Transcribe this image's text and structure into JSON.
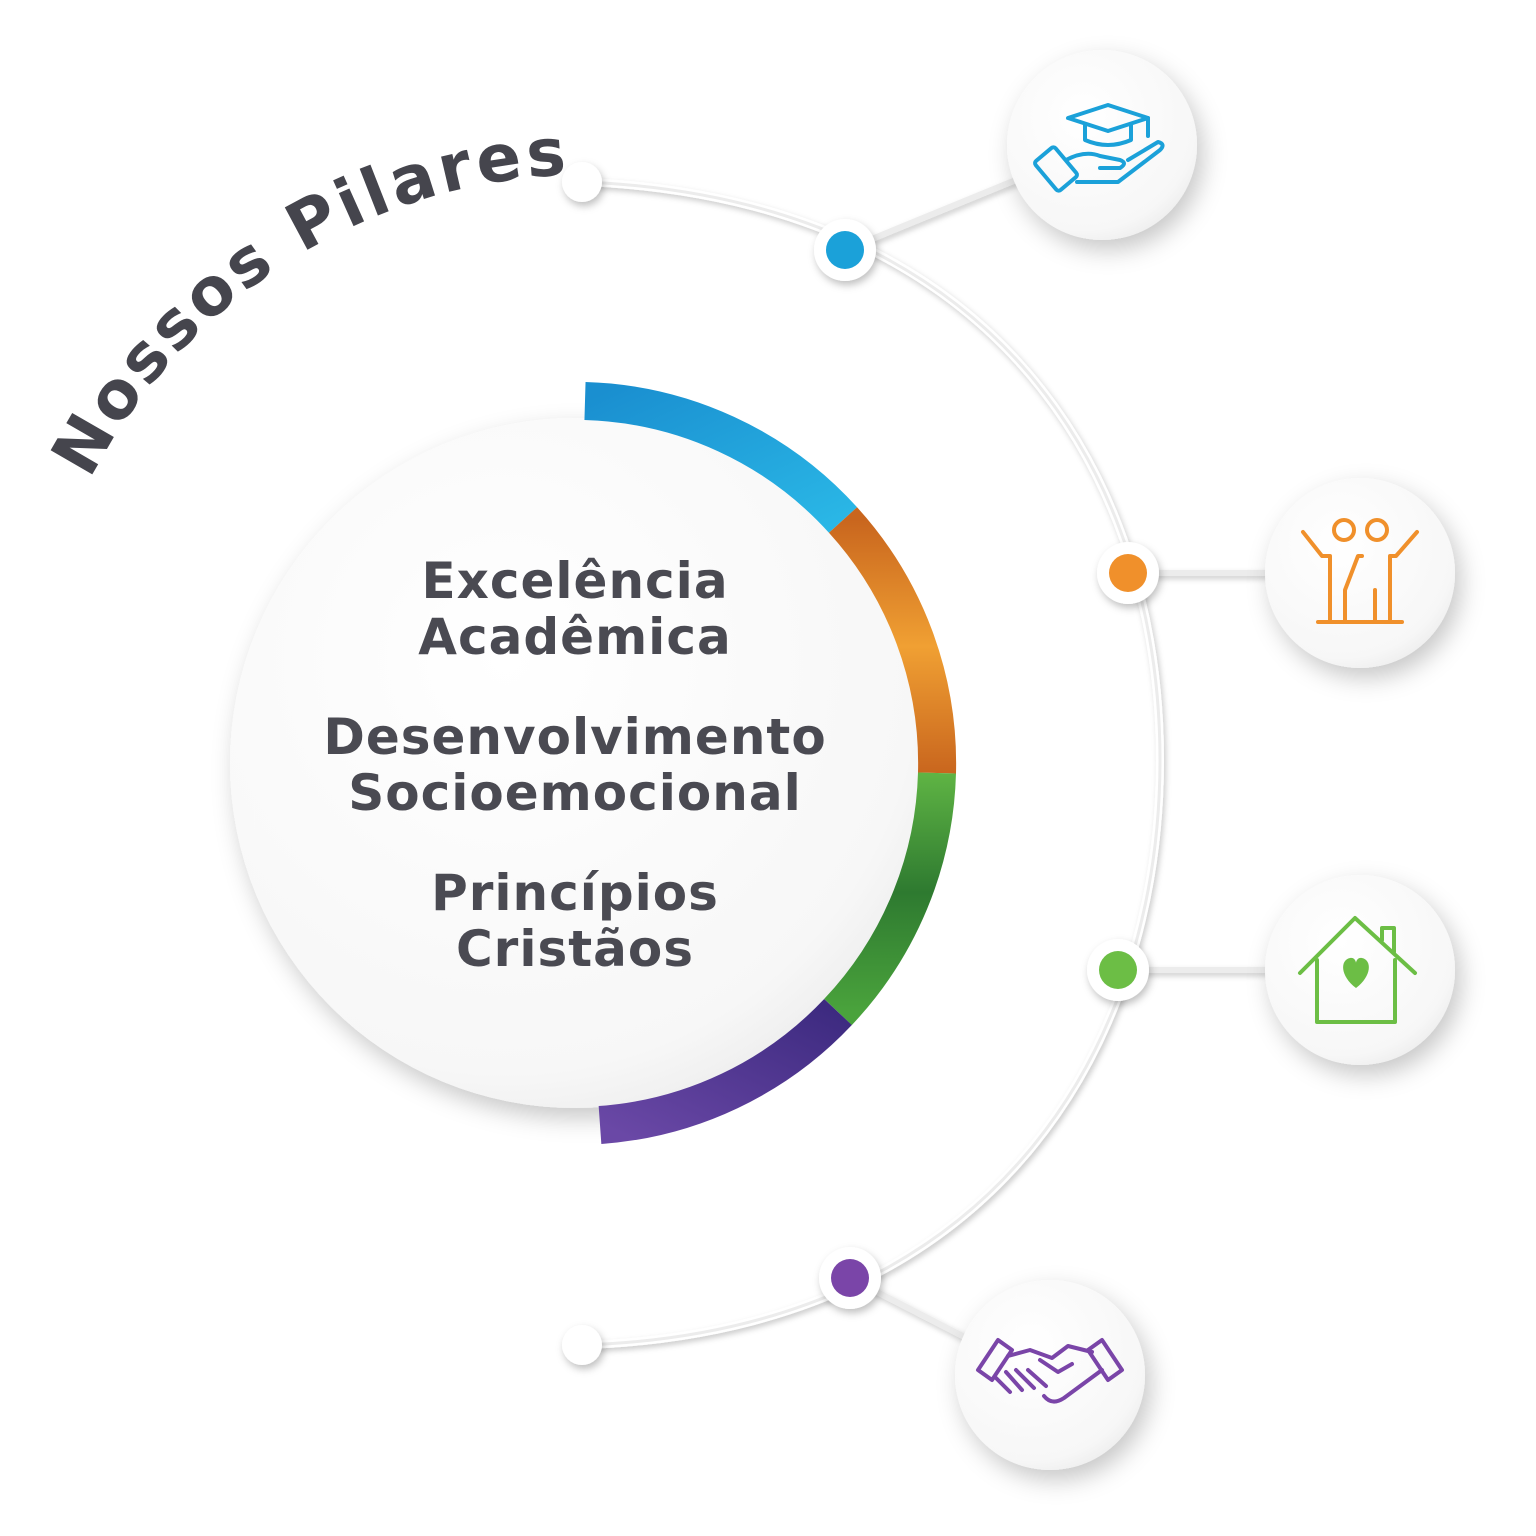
{
  "title": "Nossos Pilares",
  "pillars": [
    {
      "line1": "Excelência",
      "line2": "Acadêmica"
    },
    {
      "line1": "Desenvolvimento",
      "line2": "Socioemocional"
    },
    {
      "line1": "Princípios",
      "line2": "Cristãos"
    }
  ],
  "icons": [
    {
      "name": "graduation-cap-hand-icon",
      "color": "#1ba1d9"
    },
    {
      "name": "two-people-celebrating-icon",
      "color": "#f0902b"
    },
    {
      "name": "house-with-heart-icon",
      "color": "#6cbe45"
    },
    {
      "name": "handshake-icon",
      "color": "#7a45a8"
    }
  ],
  "arc_colors": [
    "#1ba1d9",
    "#e07f27",
    "#4aa33c",
    "#5b3c96"
  ]
}
